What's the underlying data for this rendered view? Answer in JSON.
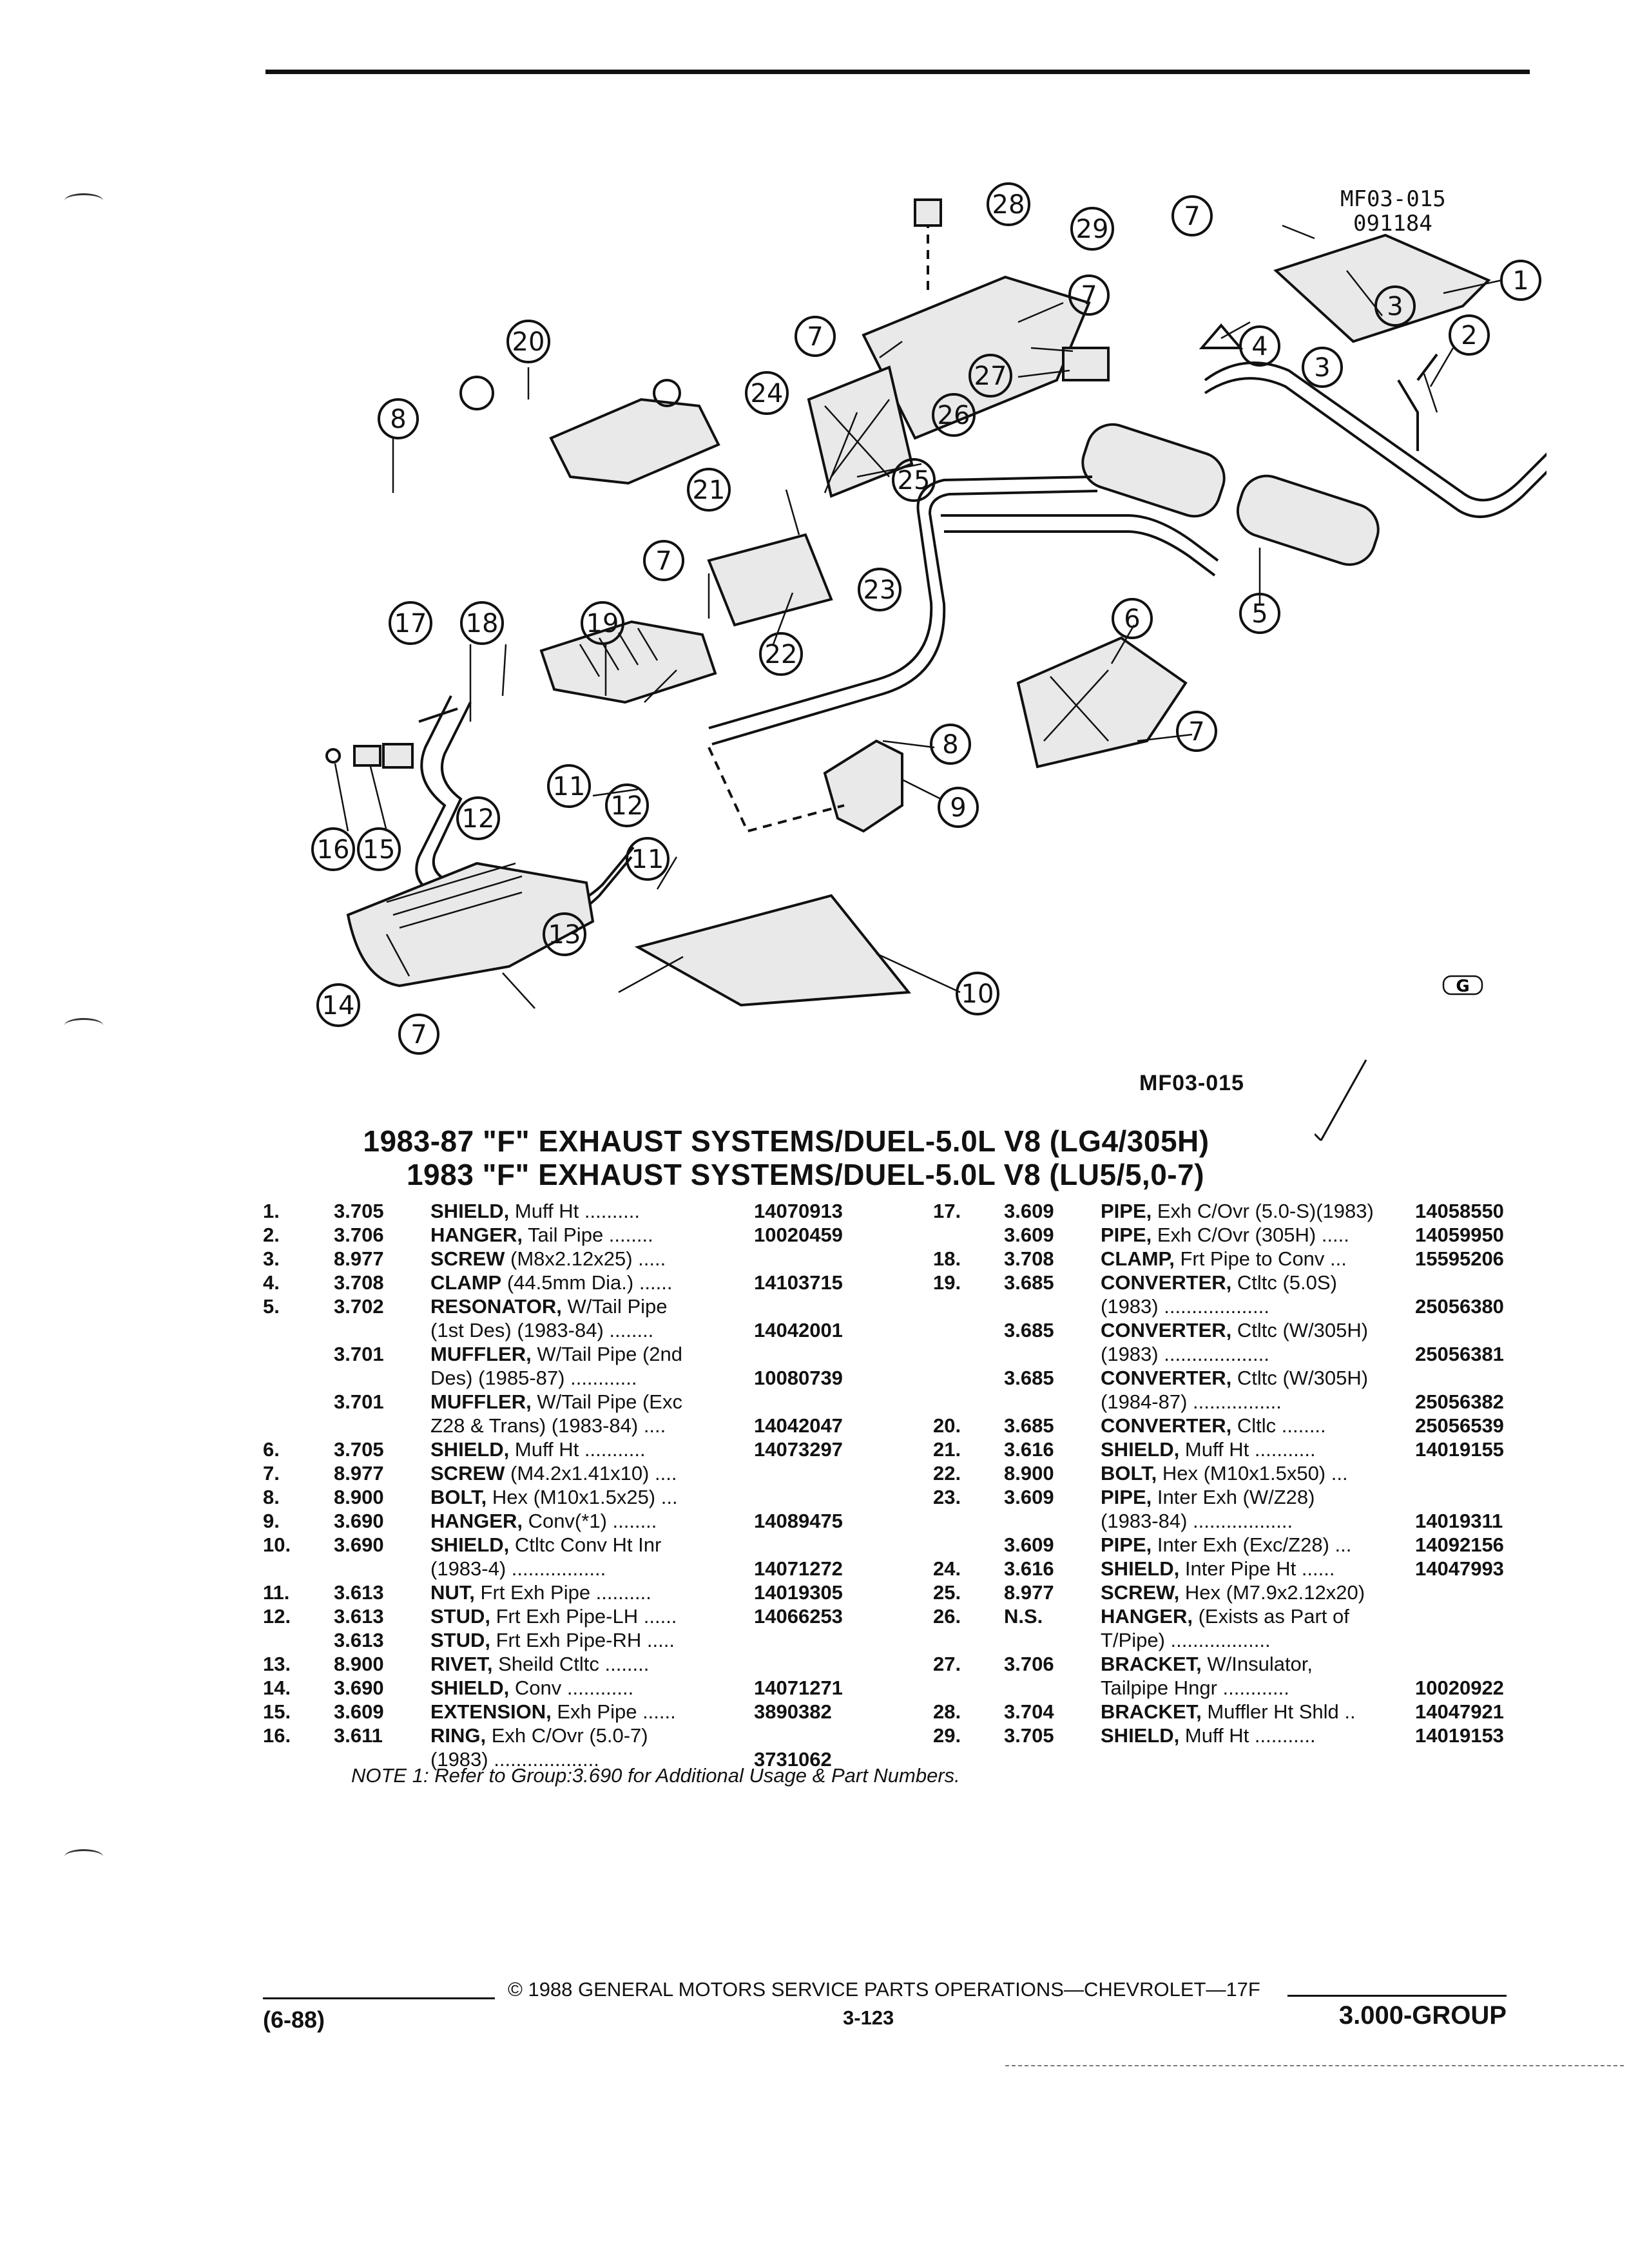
{
  "figure": {
    "code_top": "MF03-015",
    "date_code": "091184",
    "code_bottom": "MF03-015",
    "symbol": "G",
    "callouts": [
      "1",
      "2",
      "3",
      "4",
      "5",
      "6",
      "7",
      "8",
      "9",
      "10",
      "11",
      "12",
      "13",
      "14",
      "15",
      "16",
      "17",
      "18",
      "19",
      "20",
      "21",
      "22",
      "23",
      "24",
      "25",
      "26",
      "27",
      "28",
      "29"
    ]
  },
  "title": {
    "line1": "1983-87 \"F\" EXHAUST SYSTEMS/DUEL-5.0L V8 (LG4/305H)",
    "line2": "1983 \"F\" EXHAUST SYSTEMS/DUEL-5.0L V8 (LU5/5,0-7)"
  },
  "parts_left": [
    {
      "num": "1.",
      "group": "3.705",
      "name": "SHIELD,",
      "desc": " Muff Ht ..........",
      "part": "14070913"
    },
    {
      "num": "2.",
      "group": "3.706",
      "name": "HANGER,",
      "desc": " Tail Pipe ........",
      "part": "10020459"
    },
    {
      "num": "3.",
      "group": "8.977",
      "name": "SCREW",
      "desc": " (M8x2.12x25) .....",
      "part": ""
    },
    {
      "num": "4.",
      "group": "3.708",
      "name": "CLAMP",
      "desc": " (44.5mm Dia.) ......",
      "part": "14103715"
    },
    {
      "num": "5.",
      "group": "3.702",
      "name": "RESONATOR,",
      "desc": " W/Tail Pipe",
      "part": ""
    },
    {
      "num": "",
      "group": "",
      "name": "",
      "desc": "(1st Des) (1983-84) ........",
      "part": "14042001"
    },
    {
      "num": "",
      "group": "3.701",
      "name": "MUFFLER,",
      "desc": " W/Tail Pipe (2nd",
      "part": ""
    },
    {
      "num": "",
      "group": "",
      "name": "",
      "desc": "Des) (1985-87) ............",
      "part": "10080739"
    },
    {
      "num": "",
      "group": "3.701",
      "name": "MUFFLER,",
      "desc": " W/Tail Pipe (Exc",
      "part": ""
    },
    {
      "num": "",
      "group": "",
      "name": "",
      "desc": "Z28 & Trans) (1983-84) ....",
      "part": "14042047"
    },
    {
      "num": "6.",
      "group": "3.705",
      "name": "SHIELD,",
      "desc": " Muff Ht ...........",
      "part": "14073297"
    },
    {
      "num": "7.",
      "group": "8.977",
      "name": "SCREW",
      "desc": " (M4.2x1.41x10) ....",
      "part": ""
    },
    {
      "num": "8.",
      "group": "8.900",
      "name": "BOLT,",
      "desc": " Hex (M10x1.5x25) ...",
      "part": ""
    },
    {
      "num": "9.",
      "group": "3.690",
      "name": "HANGER,",
      "desc": " Conv(*1) ........",
      "part": "14089475"
    },
    {
      "num": "10.",
      "group": "3.690",
      "name": "SHIELD,",
      "desc": " Ctltc Conv Ht Inr",
      "part": ""
    },
    {
      "num": "",
      "group": "",
      "name": "",
      "desc": "(1983-4) .................",
      "part": "14071272"
    },
    {
      "num": "11.",
      "group": "3.613",
      "name": "NUT,",
      "desc": " Frt Exh Pipe ..........",
      "part": "14019305"
    },
    {
      "num": "12.",
      "group": "3.613",
      "name": "STUD,",
      "desc": " Frt Exh Pipe-LH ......",
      "part": "14066253"
    },
    {
      "num": "",
      "group": "3.613",
      "name": "STUD,",
      "desc": " Frt Exh Pipe-RH .....",
      "part": ""
    },
    {
      "num": "13.",
      "group": "8.900",
      "name": "RIVET,",
      "desc": " Sheild Ctltc ........",
      "part": ""
    },
    {
      "num": "14.",
      "group": "3.690",
      "name": "SHIELD,",
      "desc": " Conv ............",
      "part": "14071271"
    },
    {
      "num": "15.",
      "group": "3.609",
      "name": "EXTENSION,",
      "desc": " Exh Pipe ......",
      "part": "3890382"
    },
    {
      "num": "16.",
      "group": "3.611",
      "name": "RING,",
      "desc": " Exh C/Ovr (5.0-7)",
      "part": ""
    },
    {
      "num": "",
      "group": "",
      "name": "",
      "desc": "(1983) ...................",
      "part": "3731062"
    }
  ],
  "parts_right": [
    {
      "num": "17.",
      "group": "3.609",
      "name": "PIPE,",
      "desc": " Exh C/Ovr (5.0-S)(1983)",
      "part": "14058550"
    },
    {
      "num": "",
      "group": "3.609",
      "name": "PIPE,",
      "desc": " Exh C/Ovr (305H) .....",
      "part": "14059950"
    },
    {
      "num": "18.",
      "group": "3.708",
      "name": "CLAMP,",
      "desc": " Frt Pipe to Conv ...",
      "part": "15595206"
    },
    {
      "num": "19.",
      "group": "3.685",
      "name": "CONVERTER,",
      "desc": " Ctltc (5.0S)",
      "part": ""
    },
    {
      "num": "",
      "group": "",
      "name": "",
      "desc": "(1983) ...................",
      "part": "25056380"
    },
    {
      "num": "",
      "group": "3.685",
      "name": "CONVERTER,",
      "desc": " Ctltc (W/305H)",
      "part": ""
    },
    {
      "num": "",
      "group": "",
      "name": "",
      "desc": "(1983) ...................",
      "part": "25056381"
    },
    {
      "num": "",
      "group": "3.685",
      "name": "CONVERTER,",
      "desc": " Ctltc (W/305H)",
      "part": ""
    },
    {
      "num": "",
      "group": "",
      "name": "",
      "desc": "(1984-87) ................",
      "part": "25056382"
    },
    {
      "num": "20.",
      "group": "3.685",
      "name": "CONVERTER,",
      "desc": " Cltlc ........",
      "part": "25056539"
    },
    {
      "num": "21.",
      "group": "3.616",
      "name": "SHIELD,",
      "desc": " Muff Ht ...........",
      "part": "14019155"
    },
    {
      "num": "22.",
      "group": "8.900",
      "name": "BOLT,",
      "desc": " Hex (M10x1.5x50) ...",
      "part": ""
    },
    {
      "num": "23.",
      "group": "3.609",
      "name": "PIPE,",
      "desc": " Inter Exh (W/Z28)",
      "part": ""
    },
    {
      "num": "",
      "group": "",
      "name": "",
      "desc": "(1983-84) ..................",
      "part": "14019311"
    },
    {
      "num": "",
      "group": "3.609",
      "name": "PIPE,",
      "desc": " Inter Exh (Exc/Z28) ...",
      "part": "14092156"
    },
    {
      "num": "24.",
      "group": "3.616",
      "name": "SHIELD,",
      "desc": " Inter Pipe Ht ......",
      "part": "14047993"
    },
    {
      "num": "25.",
      "group": "8.977",
      "name": "SCREW,",
      "desc": " Hex (M7.9x2.12x20)",
      "part": ""
    },
    {
      "num": "26.",
      "group": "N.S.",
      "name": "HANGER,",
      "desc": " (Exists as Part of",
      "part": ""
    },
    {
      "num": "",
      "group": "",
      "name": "",
      "desc": "T/Pipe) ..................",
      "part": ""
    },
    {
      "num": "27.",
      "group": "3.706",
      "name": "BRACKET,",
      "desc": " W/Insulator,",
      "part": ""
    },
    {
      "num": "",
      "group": "",
      "name": "",
      "desc": "Tailpipe Hngr ............",
      "part": "10020922"
    },
    {
      "num": "28.",
      "group": "3.704",
      "name": "BRACKET,",
      "desc": " Muffler Ht Shld ..",
      "part": "14047921"
    },
    {
      "num": "29.",
      "group": "3.705",
      "name": "SHIELD,",
      "desc": " Muff Ht ...........",
      "part": "14019153"
    }
  ],
  "note": "NOTE 1: Refer to Group:3.690 for Additional Usage & Part Numbers.",
  "footer": {
    "copyright": "© 1988 GENERAL MOTORS SERVICE PARTS OPERATIONS—CHEVROLET—17F",
    "page": "3-123",
    "date": "(6-88)",
    "group": "3.000-GROUP"
  }
}
